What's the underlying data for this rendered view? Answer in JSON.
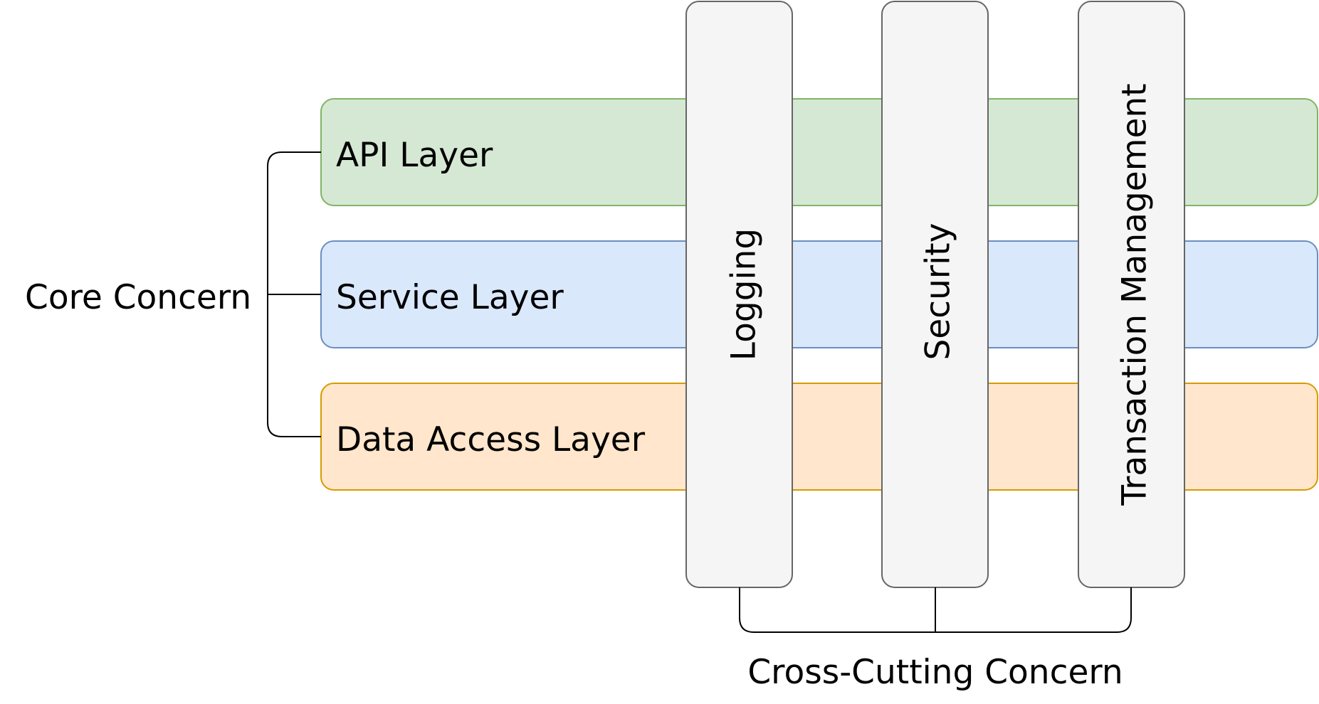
{
  "core_concern": {
    "label": "Core Concern",
    "layers": [
      {
        "label": "API Layer",
        "fill": "#d5e8d4",
        "stroke": "#82b366"
      },
      {
        "label": "Service Layer",
        "fill": "#dae8fc",
        "stroke": "#6c8ebf"
      },
      {
        "label": "Data Access Layer",
        "fill": "#ffe6cc",
        "stroke": "#d79b00"
      }
    ]
  },
  "cross_cutting_concern": {
    "label": "Cross-Cutting Concern",
    "aspects": [
      {
        "label": "Logging"
      },
      {
        "label": "Security"
      },
      {
        "label": "Transaction Management"
      }
    ],
    "fill": "#f5f5f5",
    "stroke": "#666666"
  },
  "colors": {
    "connector": "#000000",
    "text": "#000000"
  }
}
